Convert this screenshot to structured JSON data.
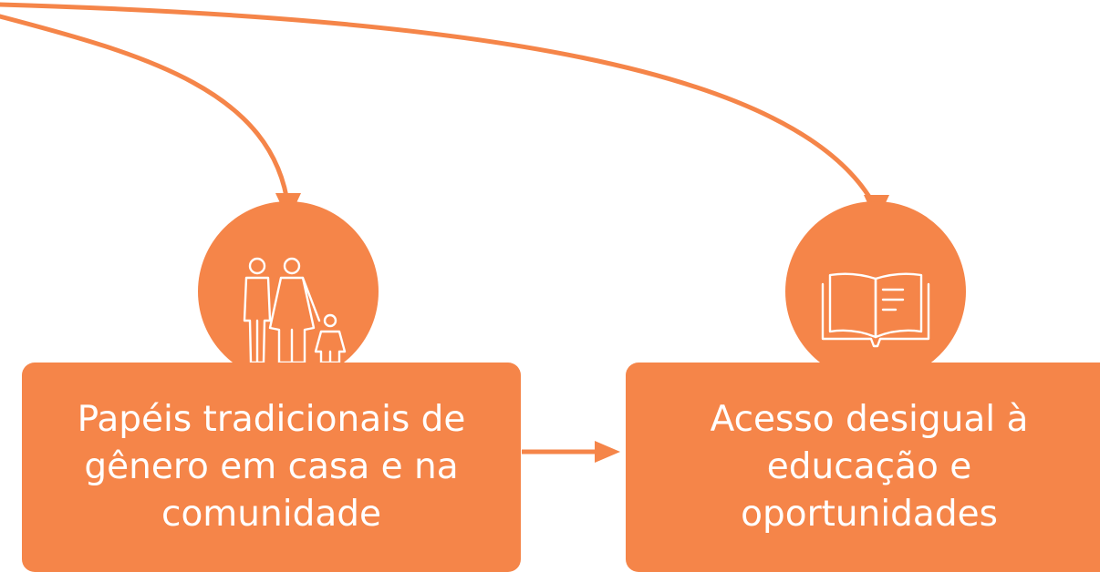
{
  "colors": {
    "accent": "#F58549",
    "text_on_accent": "#FFFFFF"
  },
  "nodes": [
    {
      "text": "Papéis tradicionais de gênero em casa e na comunidade",
      "icon": "family-icon"
    },
    {
      "text": "Acesso desigual à educação e oportunidades",
      "icon": "open-book-icon"
    }
  ],
  "edges": [
    {
      "from": "off-canvas-top-left",
      "to": "Papéis tradicionais de gênero em casa e na comunidade"
    },
    {
      "from": "off-canvas-top-left",
      "to": "Acesso desigual à educação e oportunidades"
    },
    {
      "from": "Papéis tradicionais de gênero em casa e na comunidade",
      "to": "Acesso desigual à educação e oportunidades"
    }
  ]
}
